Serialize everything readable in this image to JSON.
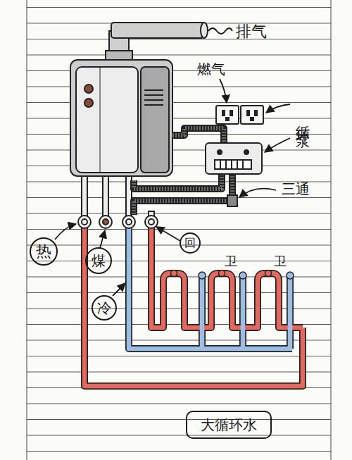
{
  "diagram": {
    "nodes": [
      {
        "text": [
          "热"
        ]
      },
      {
        "text": [
          "煤"
        ]
      },
      {
        "text": [
          "冷"
        ]
      },
      {
        "text": [
          "回"
        ]
      },
      {
        "text": [
          "大循环水"
        ]
      }
    ],
    "labels": [
      "排气",
      "燃气",
      "循环泵",
      "三通",
      "卫",
      "卫"
    ]
  }
}
